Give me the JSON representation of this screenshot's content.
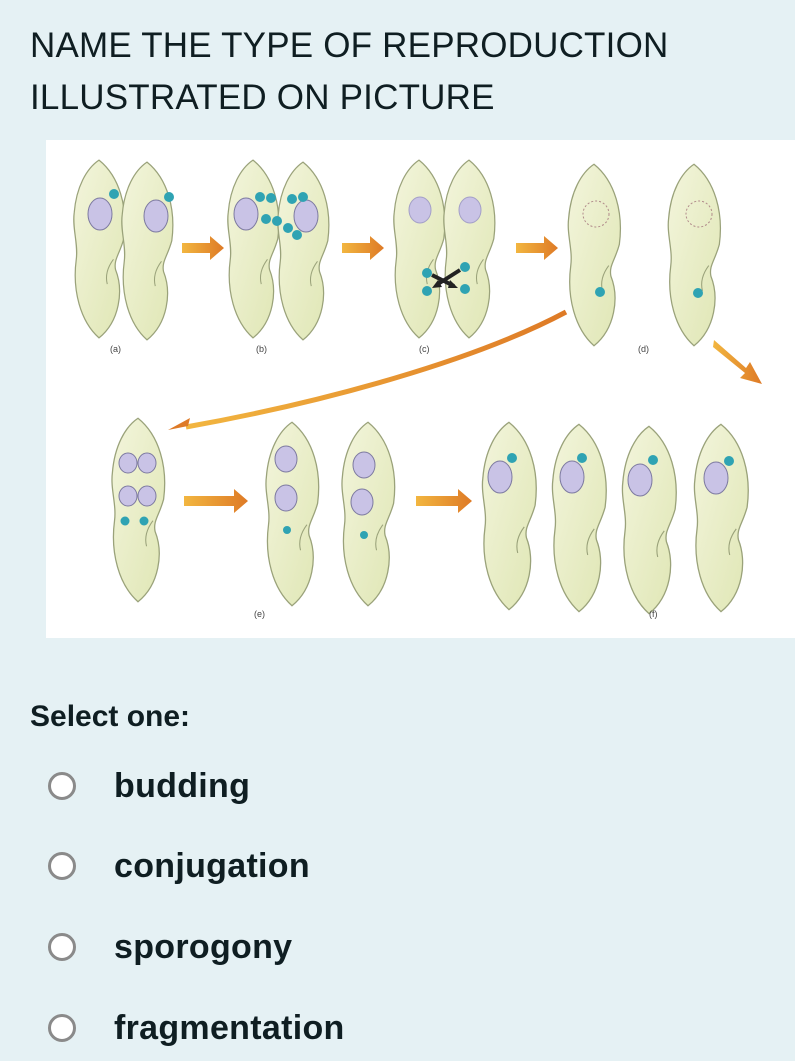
{
  "question": {
    "text": "NAME THE TYPE OF REPRODUCTION ILLUSTRATED ON PICTURE"
  },
  "figure": {
    "panel_labels": [
      "(a)",
      "(b)",
      "(c)",
      "(d)",
      "(e)",
      "(f)"
    ],
    "colors": {
      "cell_fill": "#e6ebc4",
      "cell_outline": "#9aa27a",
      "macronucleus": "#c9c3e6",
      "micronucleus": "#2fa3b3",
      "arrow": "#e08a2a",
      "background": "#ffffff"
    }
  },
  "prompt": {
    "select_one": "Select one:"
  },
  "options": [
    {
      "label": "budding",
      "selected": false
    },
    {
      "label": "conjugation",
      "selected": false
    },
    {
      "label": "sporogony",
      "selected": false
    },
    {
      "label": "fragmentation",
      "selected": false
    }
  ],
  "colors": {
    "page_background": "#e5f1f4",
    "text": "#0f1e22",
    "radio_border": "#8a8a8a"
  }
}
